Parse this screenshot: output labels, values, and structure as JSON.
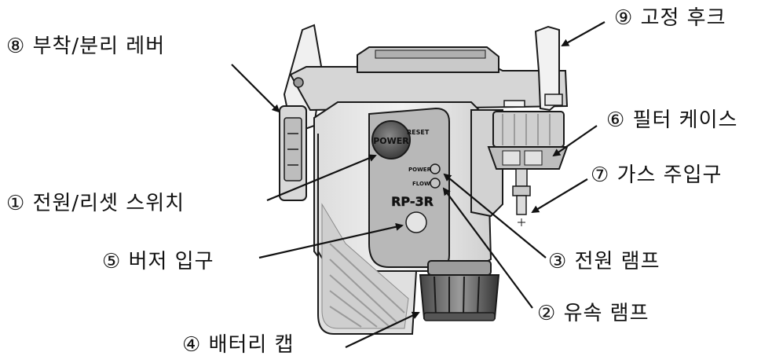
{
  "callouts": {
    "lever": {
      "text": "⑧ 부착/분리 레버"
    },
    "hook": {
      "text": "⑨ 고정 후크"
    },
    "filter": {
      "text": "⑥ 필터 케이스"
    },
    "gasinlet": {
      "text": "⑦ 가스 주입구"
    },
    "power_switch": {
      "text": "① 전원/리셋 스위치"
    },
    "buzzer": {
      "text": "⑤ 버저 입구"
    },
    "power_lamp": {
      "text": "③ 전원 램프"
    },
    "flow_lamp": {
      "text": "② 유속 램프"
    },
    "battery": {
      "text": "④ 배터리 캡"
    }
  },
  "device": {
    "power_button": "POWER",
    "reset_label": "RESET",
    "power_lamp_label": "POWER",
    "flow_lamp_label": "FLOW",
    "model": "RP-3R"
  },
  "colors": {
    "outline": "#1a1a1a",
    "body_light": "#ececec",
    "body_mid": "#d4d4d4",
    "panel": "#b9b9b9",
    "shadow": "#8c8c8c"
  }
}
